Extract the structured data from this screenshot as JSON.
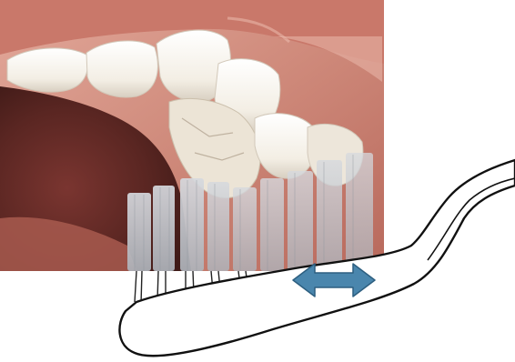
{
  "figure": {
    "background_color": "#ffffff",
    "photo": {
      "subject": "upper-teeth-and-gums-closeup",
      "palette": {
        "gum_light": "#d99a8c",
        "gum_mid": "#c47a6c",
        "gum_deep": "#9c4f46",
        "mouth_dark": "#5a2622",
        "lip_edge": "#b5675b",
        "tooth": "#f6f2ea",
        "tooth_shadow": "#d9d1c4",
        "bristle": "#bfc4cc"
      }
    },
    "toothbrush": {
      "outline_color": "#111111",
      "fill_color": "#ffffff",
      "bristle_tip_color": "#222222"
    },
    "motion_arrow": {
      "icon": "double-headed-arrow",
      "meaning": "back-and-forth-brushing-motion",
      "fill_color": "#4a86ad",
      "stroke_color": "#2d5f80"
    }
  }
}
